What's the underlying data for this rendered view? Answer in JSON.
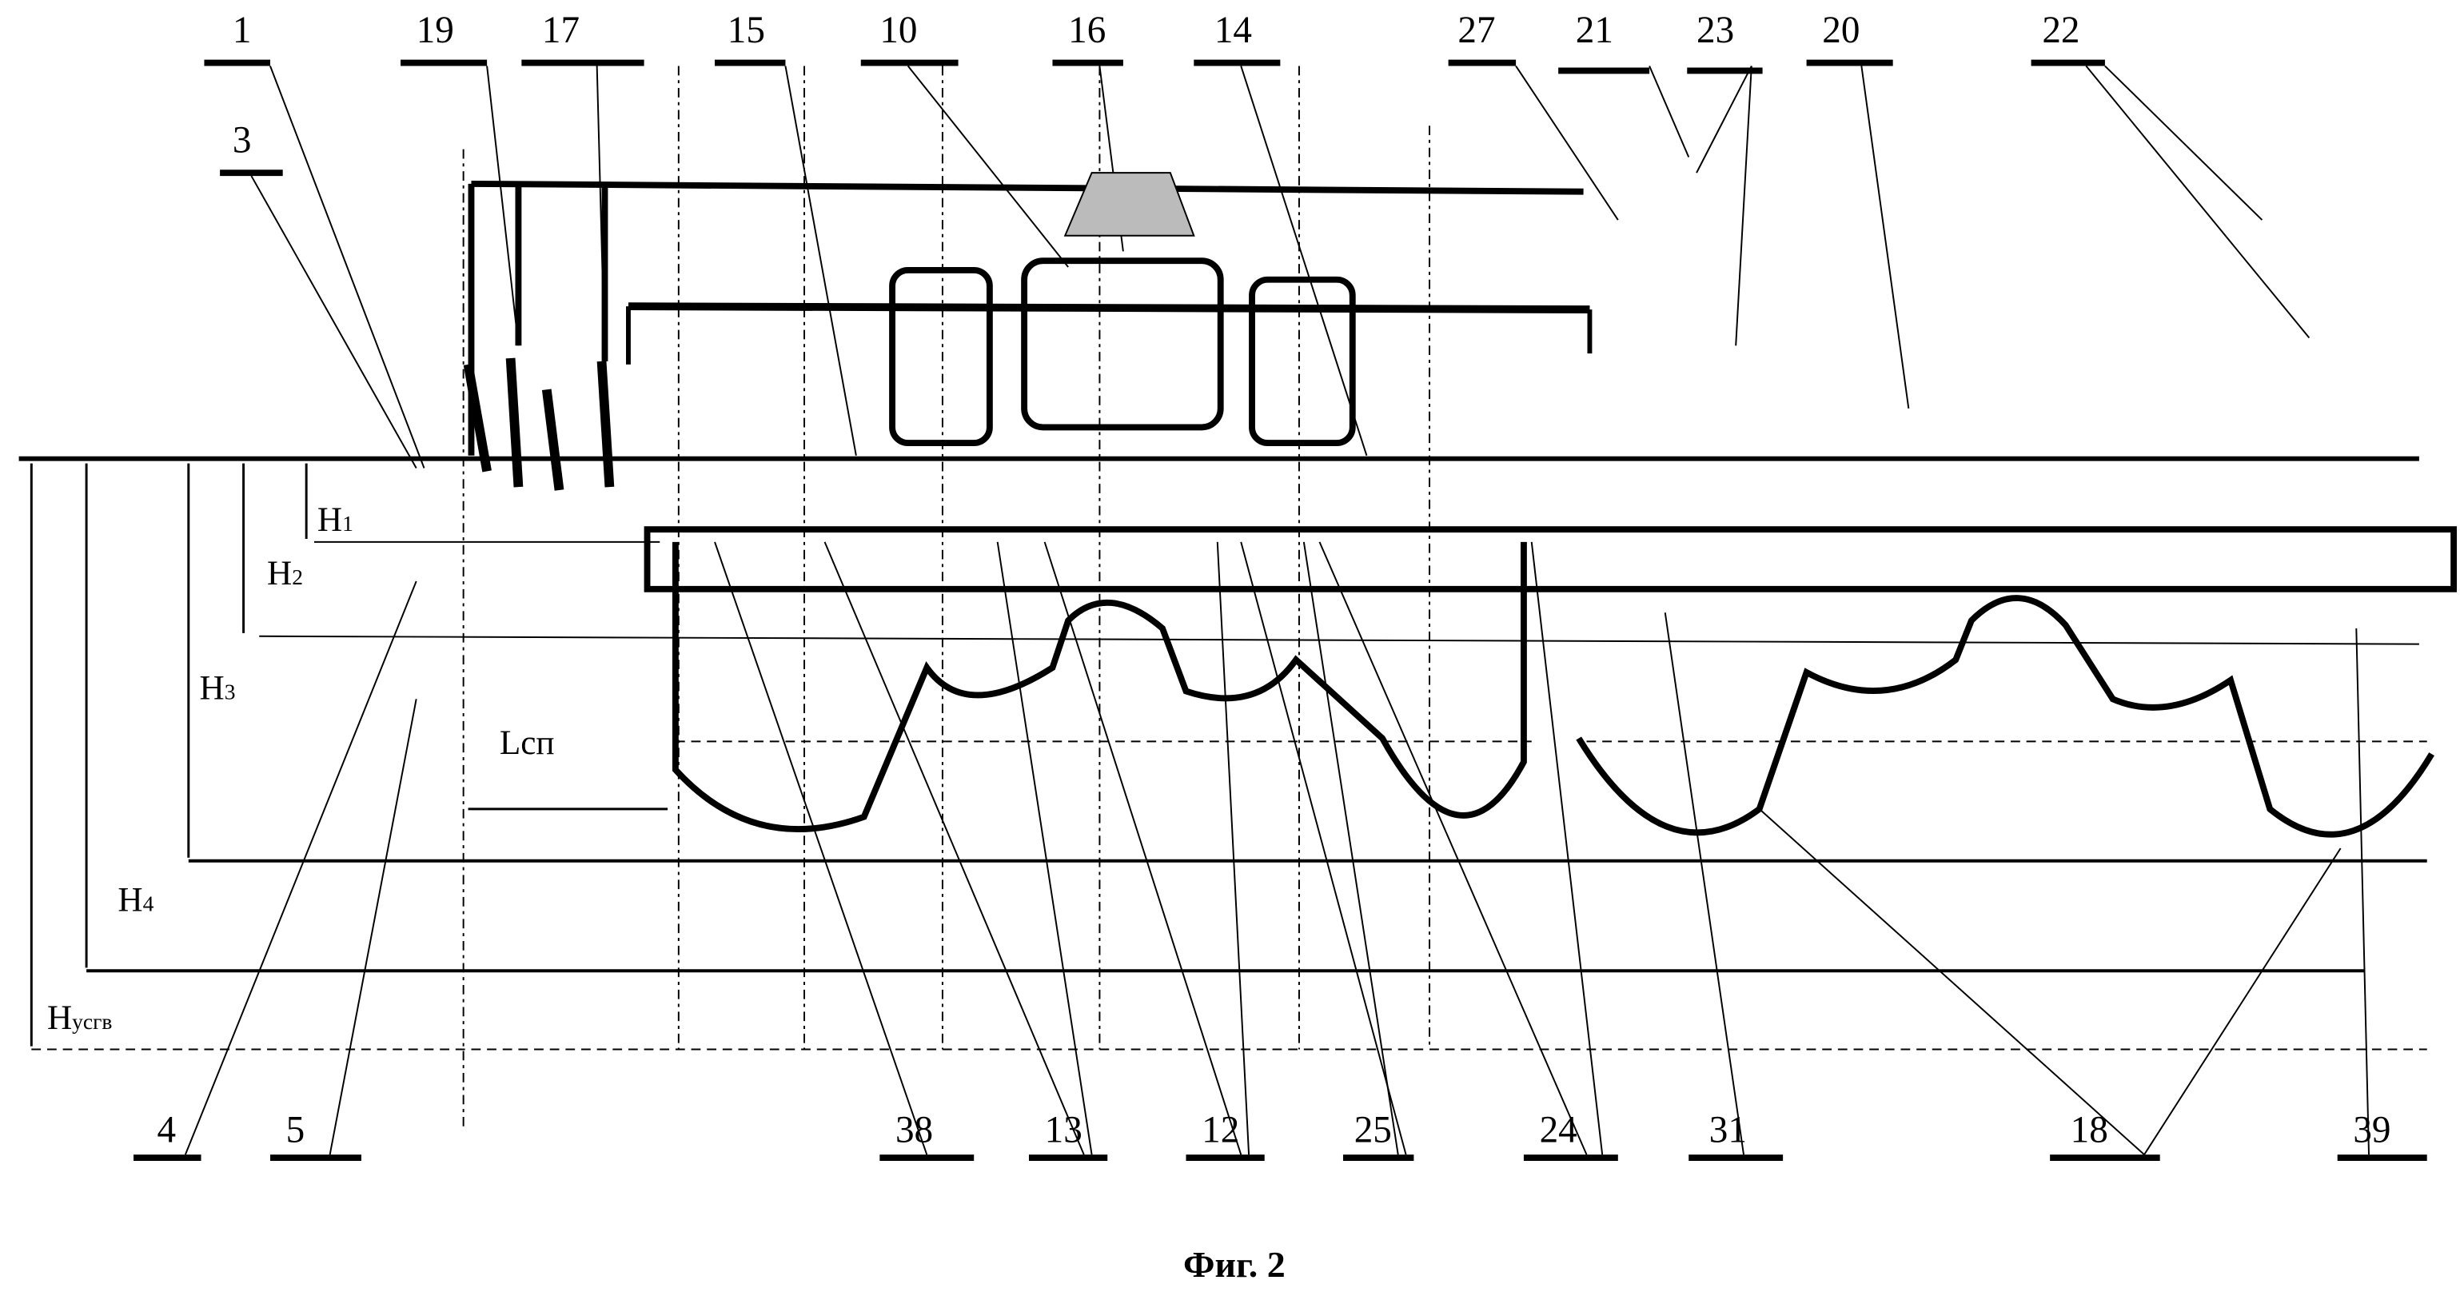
{
  "caption": "Фиг. 2",
  "top_labels": [
    "1",
    "19",
    "17",
    "15",
    "10",
    "16",
    "14",
    "27",
    "21",
    "23",
    "20",
    "22"
  ],
  "left_labels": [
    "3"
  ],
  "bottom_labels": [
    "4",
    "5",
    "38",
    "13",
    "12",
    "25",
    "24",
    "31",
    "18",
    "39"
  ],
  "depths": {
    "h1": "H",
    "h1s": "1",
    "h2": "H",
    "h2s": "2",
    "h3": "H",
    "h3s": "3",
    "h4": "H",
    "h4s": "4",
    "hu": "H",
    "hus": "усгв"
  },
  "lsp": "Lсп"
}
